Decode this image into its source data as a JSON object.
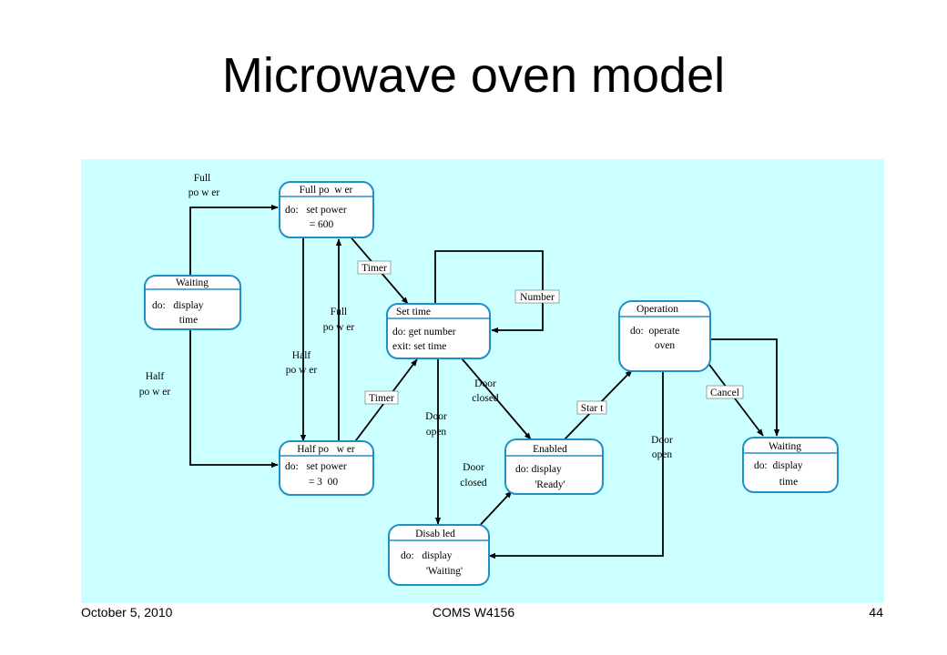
{
  "slide": {
    "title": "Microwave oven model",
    "footer_left": "October 5, 2010",
    "footer_center": "COMS W4156",
    "footer_right": "44"
  },
  "colors": {
    "panel_bg": "#ccffff",
    "state_border": "#1e90c8",
    "state_fill": "#ffffff",
    "edge": "#000000"
  },
  "states": {
    "waiting_left": {
      "name": "Waiting",
      "line1": "do:   display",
      "line2": "time"
    },
    "full_power": {
      "name": "Full po  w er",
      "line1": "do:   set power",
      "line2": "= 600"
    },
    "half_power": {
      "name": "Half po   w er",
      "line1": "do:   set power",
      "line2": "= 3  00"
    },
    "set_time": {
      "name": "Set time",
      "line1": "do: get number",
      "line2": "exit: set time"
    },
    "disabled": {
      "name": "Disab led",
      "line1": "do:   display",
      "line2": "'Waiting'"
    },
    "enabled": {
      "name": "Enabled",
      "line1": "do: display",
      "line2": "'Ready'"
    },
    "operation": {
      "name": "Operation",
      "line1": "do:  operate",
      "line2": "oven"
    },
    "waiting_right": {
      "name": "Waiting",
      "line1": "do:  display",
      "line2": "time"
    }
  },
  "transitions": {
    "full_power_top": {
      "line1": "Full",
      "line2": "po w er"
    },
    "half_power_left": {
      "line1": "Half",
      "line2": "po w er"
    },
    "half_power_mid": {
      "line1": "Half",
      "line2": "po w er"
    },
    "full_power_mid": {
      "line1": "Full",
      "line2": "po w er"
    },
    "timer_top": {
      "label": "Timer"
    },
    "timer_bottom": {
      "label": "Timer"
    },
    "number": {
      "label": "Number"
    },
    "door_closed_1": {
      "line1": "Door",
      "line2": "closed"
    },
    "door_open_1": {
      "line1": "Door",
      "line2": "open"
    },
    "door_closed_2": {
      "line1": "Door",
      "line2": "closed"
    },
    "start": {
      "label": "Star t"
    },
    "door_open_2": {
      "line1": "Door",
      "line2": "open"
    },
    "cancel": {
      "label": "Cancel"
    }
  }
}
